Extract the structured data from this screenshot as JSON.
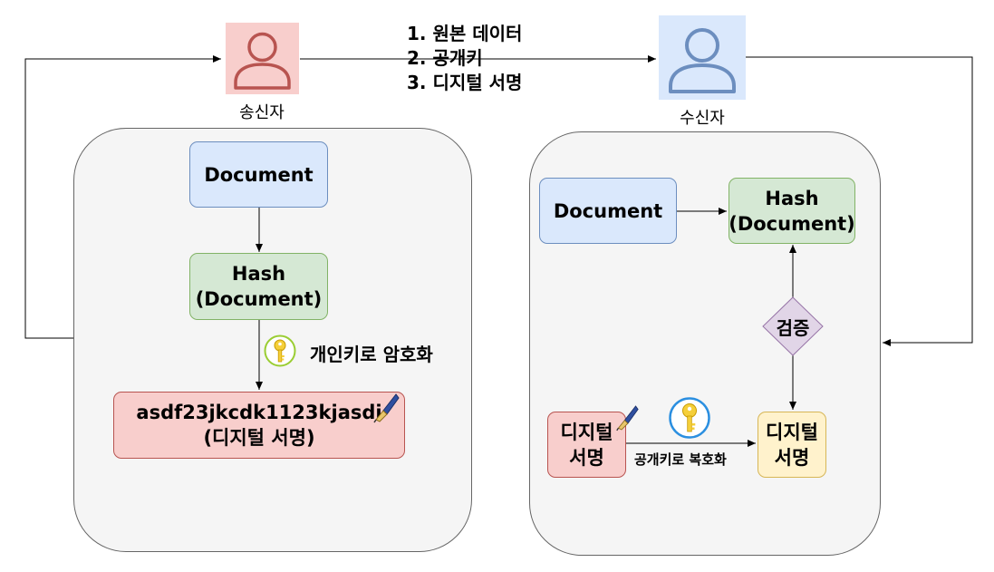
{
  "sender": {
    "label": "송신자"
  },
  "receiver": {
    "label": "수신자"
  },
  "transmission": {
    "items": [
      "1. 원본 데이터",
      "2. 공개키",
      "3. 디지털 서명"
    ]
  },
  "left": {
    "document": "Document",
    "hash_line1": "Hash",
    "hash_line2": "(Document)",
    "encrypt_label": "개인키로 암호화",
    "signature_line1": "asdf23jkcdk1123kjasdi",
    "signature_line2": "(디지털 서명)"
  },
  "right": {
    "document": "Document",
    "hash_line1": "Hash",
    "hash_line2": "(Document)",
    "verify": "검증",
    "signature_in_line1": "디지털",
    "signature_in_line2": "서명",
    "decrypt_label": "공개키로 복호화",
    "signature_out_line1": "디지털",
    "signature_out_line2": "서명"
  },
  "colors": {
    "sender_fill": "#f8cecc",
    "sender_stroke": "#b85450",
    "receiver_fill": "#dae8fc",
    "receiver_stroke": "#6c8ebf",
    "verify_fill": "#e1d5e7",
    "verify_stroke": "#9673a6",
    "key_fill": "#f5cf3a"
  },
  "icons": [
    "user-icon",
    "key-icon",
    "pen-nib-icon"
  ]
}
